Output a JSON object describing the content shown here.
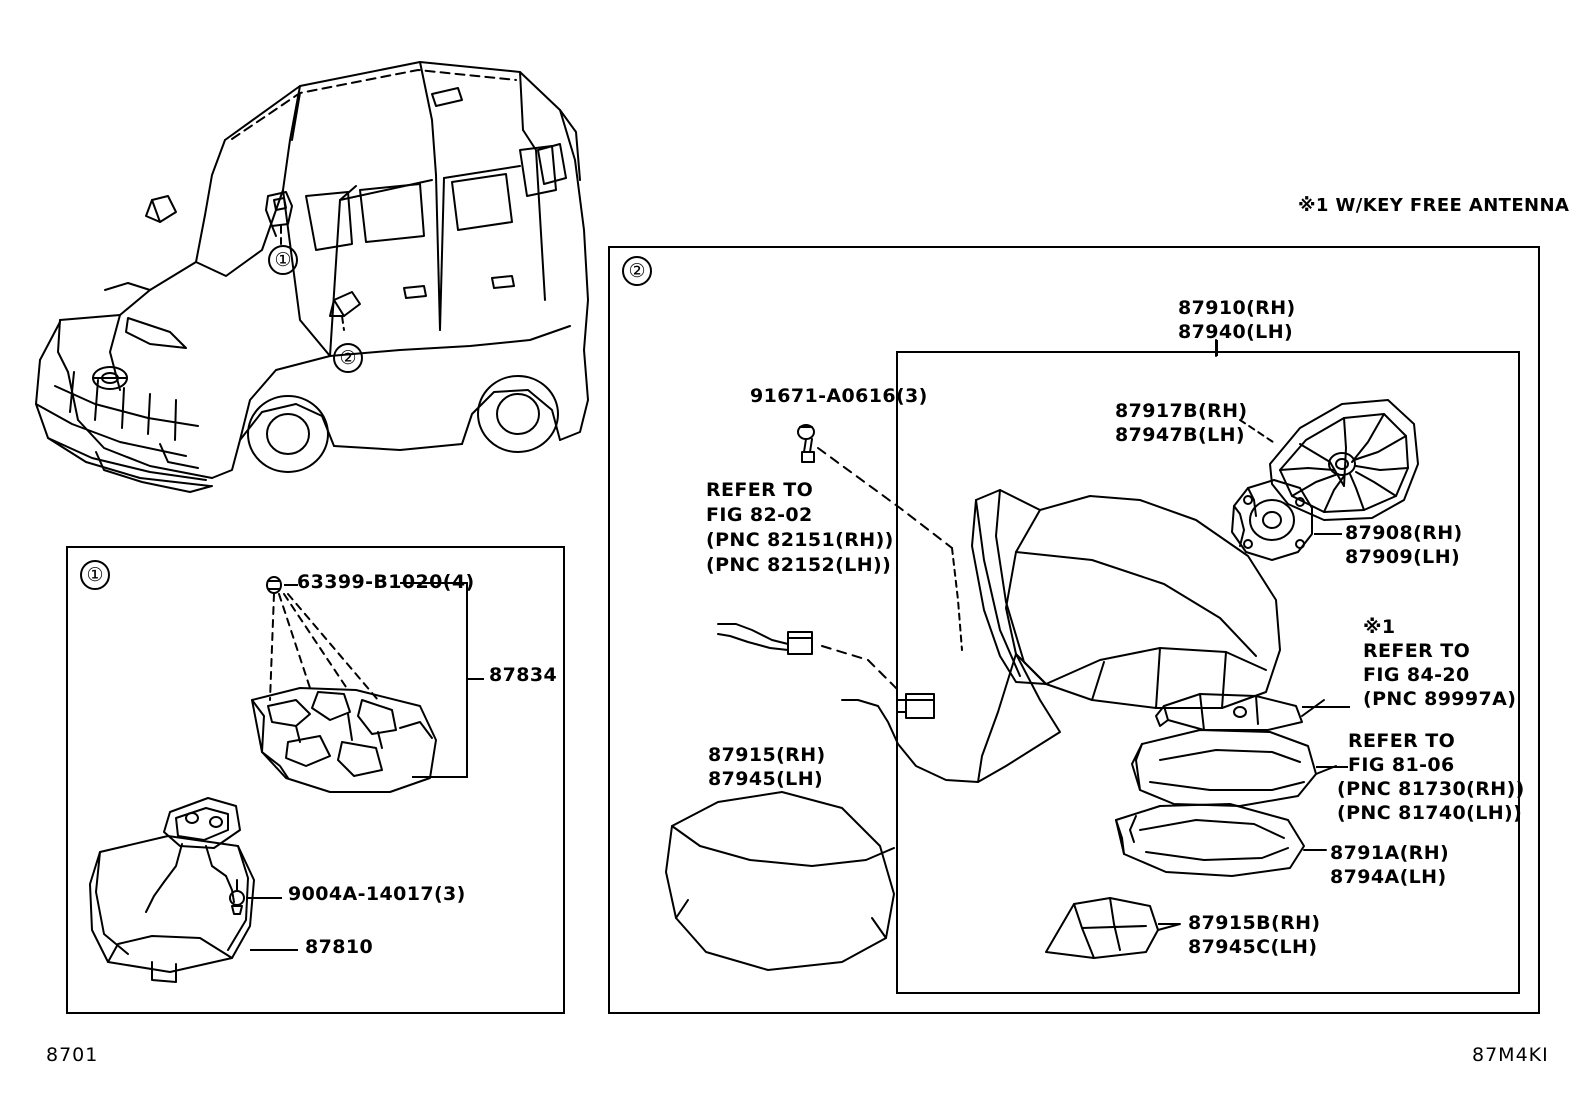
{
  "document": {
    "type": "parts-catalog-illustration",
    "footer_left_code": "8701",
    "footer_right_code": "87M4KI",
    "note_top_right": "※1 W/KEY FREE ANTENNA"
  },
  "callouts": {
    "vehicle_marker_1": "①",
    "vehicle_marker_2": "②",
    "panel1_marker": "①",
    "panel2_marker": "②"
  },
  "panel_inner_mirror": {
    "parts": [
      {
        "id": "p-63399",
        "text": "63399-B1020(4)"
      },
      {
        "id": "p-87834",
        "text": "87834"
      },
      {
        "id": "p-9004a",
        "text": "9004A-14017(3)"
      },
      {
        "id": "p-87810",
        "text": "87810"
      }
    ]
  },
  "panel_outer_mirror": {
    "parts": [
      {
        "id": "p-87910",
        "line1": "87910",
        "suffix1": "(RH)",
        "line2": "87940",
        "suffix2": "(LH)"
      },
      {
        "id": "p-87917b",
        "line1": "87917B",
        "suffix1": "(RH)",
        "line2": "87947B",
        "suffix2": "(LH)"
      },
      {
        "id": "p-87908",
        "line1": "87908",
        "suffix1": "(RH)",
        "line2": "87909",
        "suffix2": "(LH)"
      },
      {
        "id": "p-87915",
        "line1": "87915",
        "suffix1": "(RH)",
        "line2": "87945",
        "suffix2": "(LH)"
      },
      {
        "id": "p-8791a",
        "line1": "8791A",
        "suffix1": "(RH)",
        "line2": "8794A",
        "suffix2": "(LH)"
      },
      {
        "id": "p-87915b",
        "line1": "87915B",
        "suffix1": "(RH)",
        "line2": "87945C",
        "suffix2": "(LH)"
      },
      {
        "id": "p-91671",
        "text": "91671-A0616(3)"
      }
    ],
    "references": [
      {
        "id": "ref-82-02",
        "lines": [
          "REFER TO",
          "FIG 82-02",
          "(PNC 82151(RH))",
          "(PNC 82152(LH))"
        ]
      },
      {
        "id": "ref-84-20",
        "lines": [
          "※1",
          "REFER TO",
          "FIG 84-20",
          "(PNC 89997A)"
        ]
      },
      {
        "id": "ref-81-06",
        "lines": [
          "REFER TO",
          "FIG 81-06",
          "(PNC 81730(RH))",
          "(PNC 81740(LH))"
        ]
      }
    ]
  },
  "labels": {
    "p91671_text": "91671-A0616(3)",
    "p63399_text": "63399-B1020(4)",
    "p87834_text": "87834",
    "p9004a_text": "9004A-14017(3)",
    "p87810_text": "87810",
    "p87910_l1": "87910(RH)",
    "p87910_l2": "87940(LH)",
    "p87917b_l1": "87917B(RH)",
    "p87917b_l2": "87947B(LH)",
    "p87908_l1": "87908(RH)",
    "p87908_l2": "87909(LH)",
    "p87915_l1": "87915(RH)",
    "p87915_l2": "87945(LH)",
    "p8791a_l1": "8791A(RH)",
    "p8791a_l2": "8794A(LH)",
    "p87915b_l1": "87915B(RH)",
    "p87915b_l2": "87945C(LH)",
    "ref8202_l1": "REFER TO",
    "ref8202_l2": "FIG 82-02",
    "ref8202_l3": "(PNC 82151(RH))",
    "ref8202_l4": "(PNC 82152(LH))",
    "ref8420_l1": "※1",
    "ref8420_l2": "REFER TO",
    "ref8420_l3": "FIG 84-20",
    "ref8420_l4": "(PNC 89997A)",
    "ref8106_l1": "REFER TO",
    "ref8106_l2": "FIG 81-06",
    "ref8106_l3": "(PNC 81730(RH))",
    "ref8106_l4": "(PNC 81740(LH))"
  }
}
